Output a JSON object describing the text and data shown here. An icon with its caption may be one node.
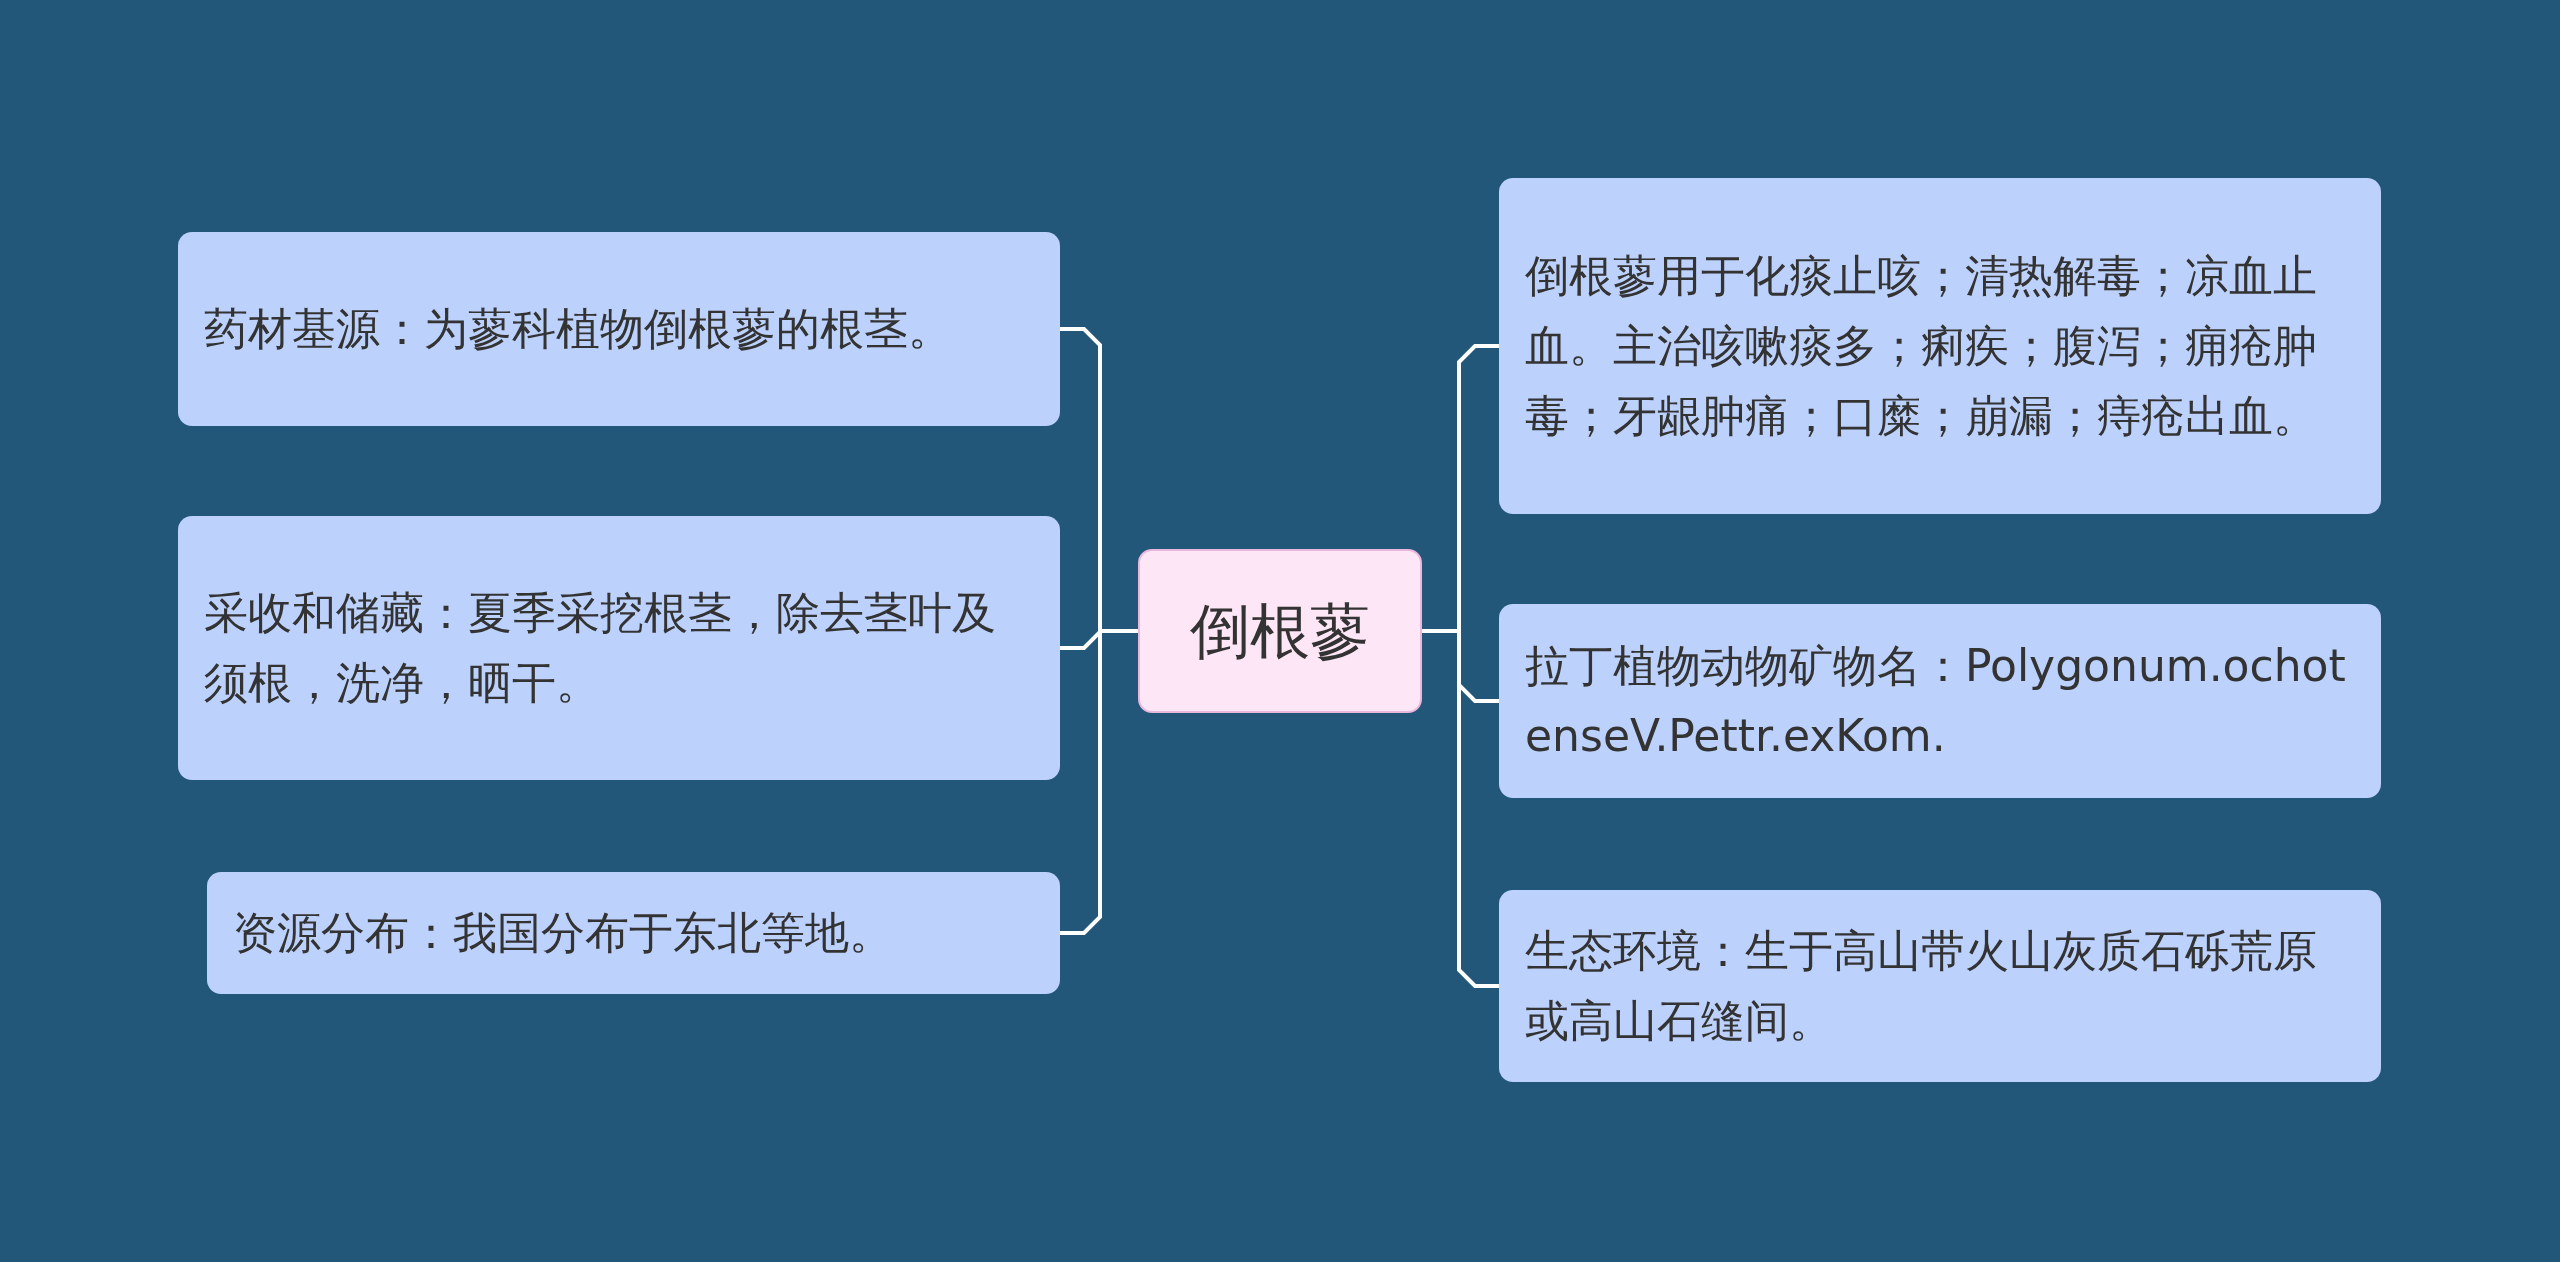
{
  "diagram": {
    "nodes": [
      {
        "text": [
          "倒根蓼"
        ]
      },
      {
        "text": [
          "药材基源：为蓼科植物倒根蓼的根茎。"
        ]
      },
      {
        "text": [
          "采收和储藏：夏季采挖根茎，除去茎叶及须根，洗净，晒干。"
        ]
      },
      {
        "text": [
          "资源分布：我国分布于东北等地。"
        ]
      },
      {
        "text": [
          "倒根蓼用于化痰止咳；清热解毒；凉血止血。主治咳嗽痰多；痢疾；腹泻；痈疮肿毒；牙龈肿痛；口糜；崩漏；痔疮出血。"
        ]
      },
      {
        "text": [
          "拉丁植物动物矿物名：Polygonum.ochotenseV.Pettr.exKom."
        ]
      },
      {
        "text": [
          "生态环境：生于高山带火山灰质石砾荒原或高山石缝间。"
        ]
      }
    ],
    "edges": [
      {
        "from": 0,
        "to": 1,
        "arrow": "none"
      },
      {
        "from": 0,
        "to": 2,
        "arrow": "none"
      },
      {
        "from": 0,
        "to": 3,
        "arrow": "none"
      },
      {
        "from": 0,
        "to": 4,
        "arrow": "none"
      },
      {
        "from": 0,
        "to": 5,
        "arrow": "none"
      },
      {
        "from": 0,
        "to": 6,
        "arrow": "none"
      }
    ]
  }
}
